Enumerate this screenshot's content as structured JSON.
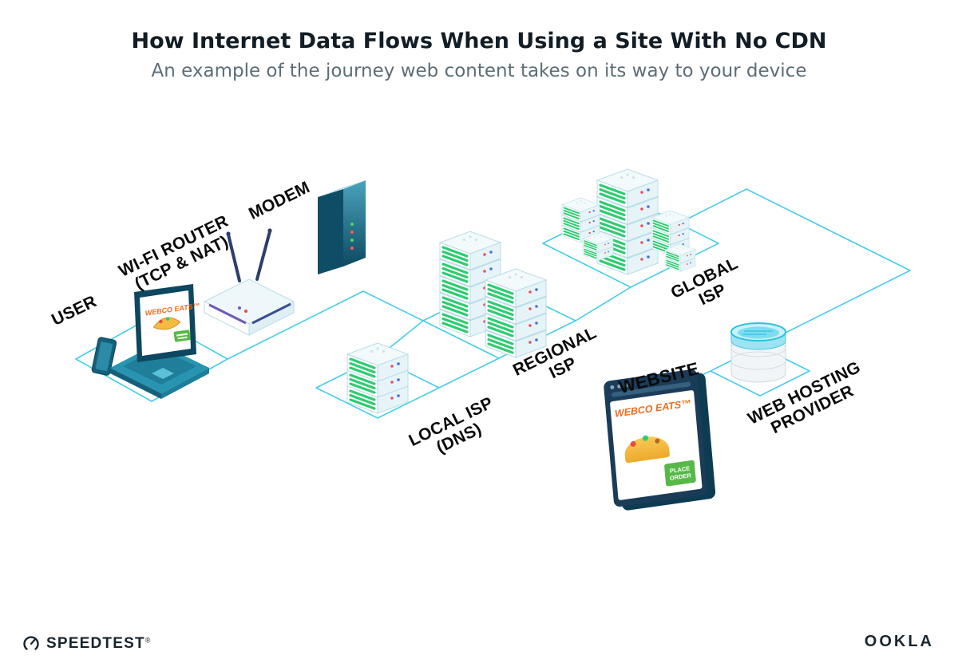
{
  "header": {
    "title": "How Internet Data Flows When Using a Site With No CDN",
    "subtitle": "An example of the journey web content takes on its way to your device"
  },
  "labels": {
    "user": "USER",
    "router_line1": "WI-FI ROUTER",
    "router_line2": "(TCP & NAT)",
    "modem": "MODEM",
    "local_isp_line1": "LOCAL ISP",
    "local_isp_line2": "(DNS)",
    "regional_isp_line1": "REGIONAL",
    "regional_isp_line2": "ISP",
    "global_isp_line1": "GLOBAL",
    "global_isp_line2": "ISP",
    "website": "WEBSITE",
    "web_hosting_line1": "WEB HOSTING",
    "web_hosting_line2": "PROVIDER"
  },
  "laptop_screen": {
    "brand": "WEBCO EATS™"
  },
  "website_window": {
    "brand": "WEBCO EATS™",
    "button_line1": "PLACE",
    "button_line2": "ORDER"
  },
  "footer": {
    "speedtest": "SPEEDTEST",
    "speedtest_mark": "®",
    "ookla": "OOKLA"
  },
  "colors": {
    "line": "#45CDE8",
    "accent_green": "#2ECC71",
    "brand_orange": "#F26B1D",
    "navy": "#16334A"
  }
}
